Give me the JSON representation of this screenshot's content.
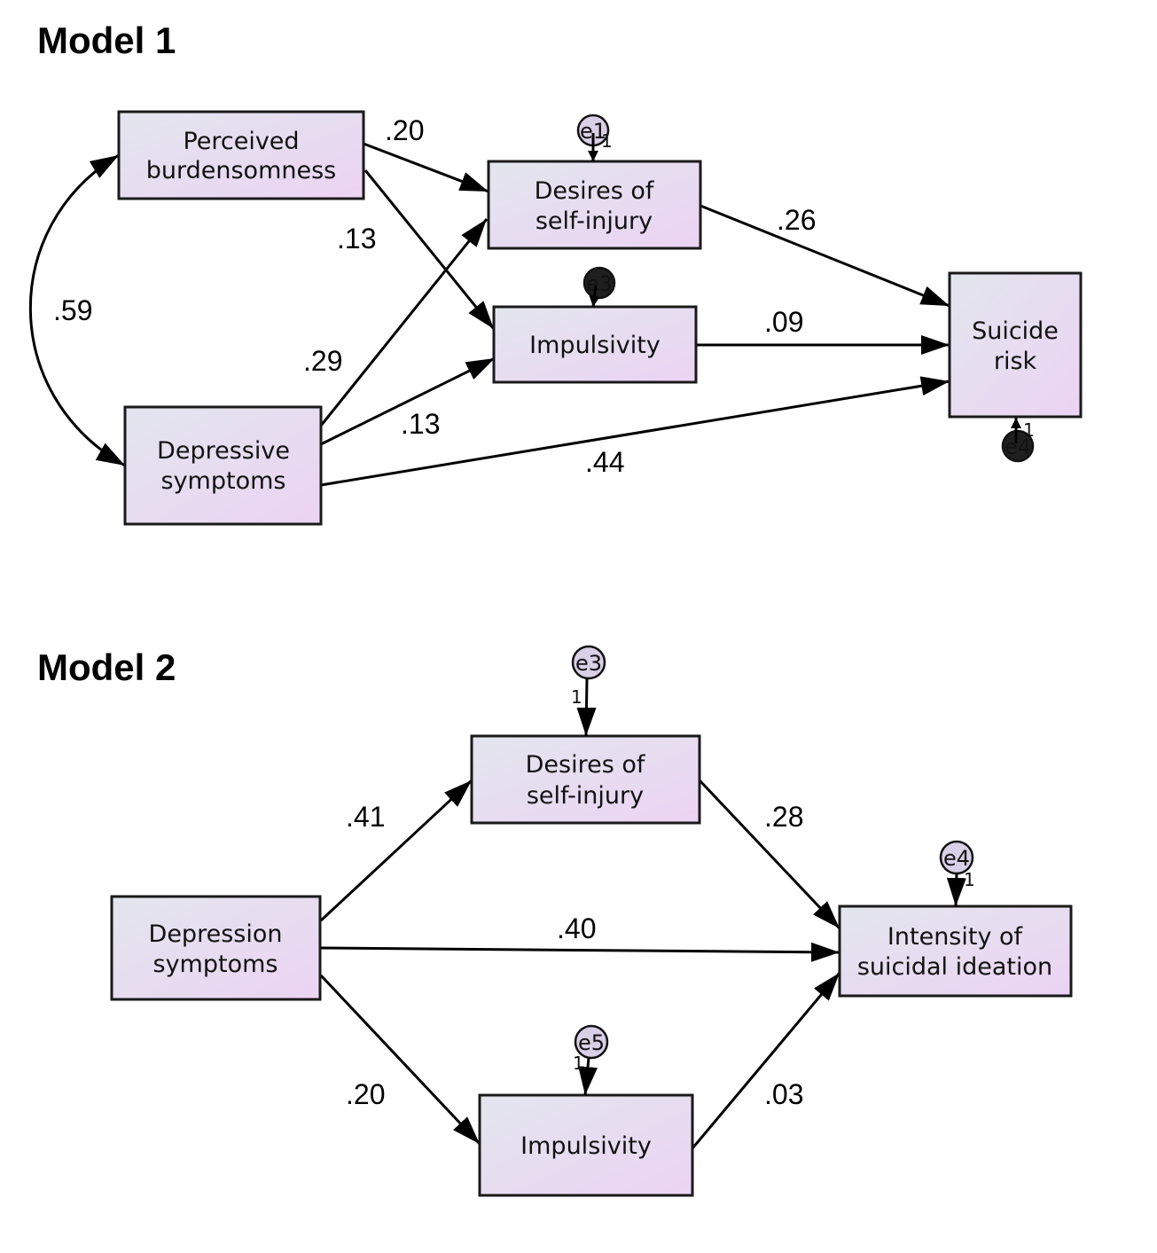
{
  "model1": {
    "title": "Model 1",
    "nodes": {
      "perceived_burdensomeness": [
        "Perceived",
        "burdensomness"
      ],
      "desires_self_injury": [
        "Desires of",
        "self-injury"
      ],
      "impulsivity": [
        "Impulsivity"
      ],
      "depressive_symptoms": [
        "Depressive",
        "symptoms"
      ],
      "suicide_risk": [
        "Suicide",
        "risk"
      ]
    },
    "coefficients": {
      "pb_to_desires": ".20",
      "pb_to_impulsivity": ".13",
      "pb_dep_correlation": ".59",
      "dep_to_desires": ".29",
      "dep_to_impulsivity": ".13",
      "dep_to_suicide": ".44",
      "desires_to_suicide": ".26",
      "impulsivity_to_suicide": ".09"
    },
    "errors": {
      "desires": "e1",
      "impulsivity": "e3",
      "suicide": "e4",
      "fixed_weight": "1"
    }
  },
  "model2": {
    "title": "Model 2",
    "nodes": {
      "depression_symptoms": [
        "Depression",
        "symptoms"
      ],
      "desires_self_injury": [
        "Desires of",
        "self-injury"
      ],
      "impulsivity": [
        "Impulsivity"
      ],
      "intensity_suicidal_ideation": [
        "Intensity of",
        "suicidal ideation"
      ]
    },
    "coefficients": {
      "dep_to_desires": ".41",
      "dep_to_intensity": ".40",
      "dep_to_impulsivity": ".20",
      "desires_to_intensity": ".28",
      "impulsivity_to_intensity": ".03"
    },
    "errors": {
      "desires": "e3",
      "intensity": "e4",
      "impulsivity": "e5",
      "fixed_weight": "1"
    }
  },
  "colors": {
    "node_fill_start": "#e2e6ee",
    "node_fill_end": "#ecd3f3",
    "error_fill": "#d9cfe6",
    "stroke": "#1a1a1a"
  }
}
